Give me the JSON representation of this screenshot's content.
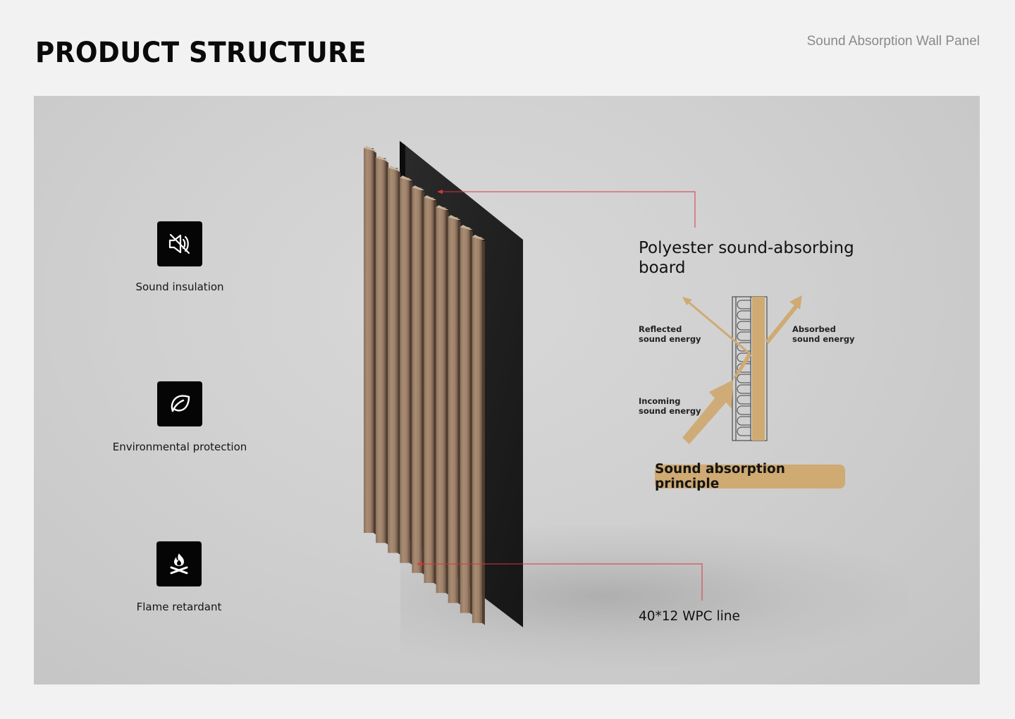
{
  "header": {
    "title": "PRODUCT STRUCTURE",
    "subtitle": "Sound Absorption Wall Panel"
  },
  "features": [
    {
      "icon": "muted-speaker-icon",
      "label": "Sound insulation"
    },
    {
      "icon": "leaf-icon",
      "label": "Environmental protection"
    },
    {
      "icon": "campfire-flame-icon",
      "label": "Flame retardant"
    }
  ],
  "callouts": {
    "board": {
      "title_line1": "Polyester sound-absorbing",
      "title_line2": "board"
    },
    "wpc_line": {
      "title": "40*12 WPC line"
    }
  },
  "diagram": {
    "reflected_line1": "Reflected",
    "reflected_line2": "sound energy",
    "absorbed_line1": "Absorbed",
    "absorbed_line2": "sound energy",
    "incoming_line1": "Incoming",
    "incoming_line2": "sound energy",
    "badge": "Sound absorption principle"
  },
  "colors": {
    "background": "#f2f2f2",
    "stage": "#d0d0d0",
    "accent_gold": "#cfaa72",
    "leader_line_red": "#d9363e",
    "icon_box": "#050505"
  }
}
